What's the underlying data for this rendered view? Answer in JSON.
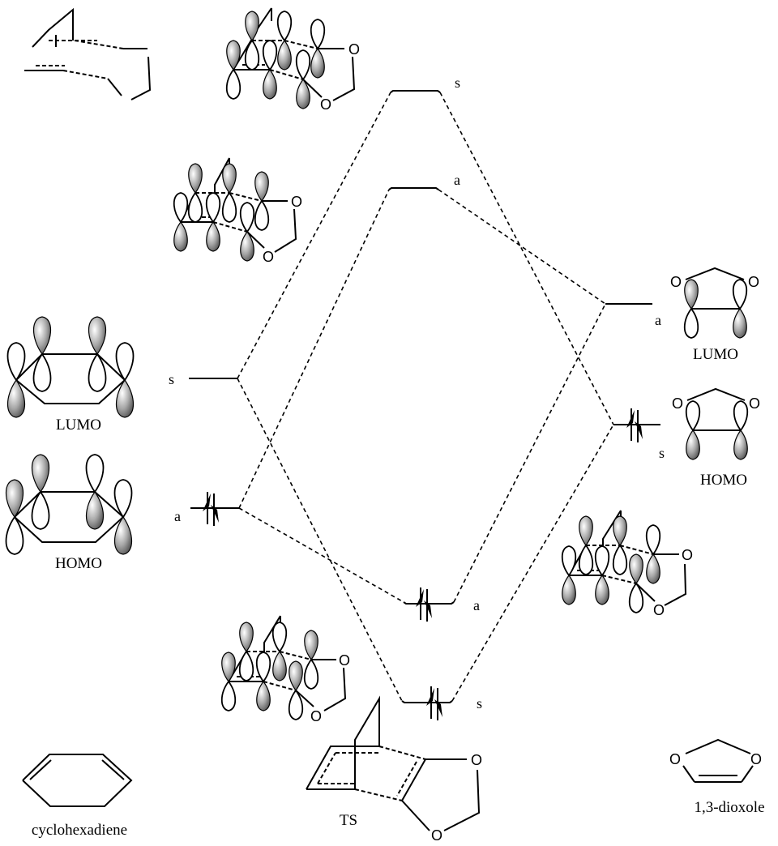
{
  "figure": {
    "title": "Frontier orbital correlation diagram: cyclohexadiene + 1,3-dioxole",
    "colors": {
      "line": "#000000",
      "lobe_shade_light": "#ffffff",
      "lobe_shade_dark": "#6a6a6a"
    }
  },
  "left_fragment": {
    "name": "cyclohexadiene",
    "lumo": {
      "label": "LUMO",
      "symmetry": "s",
      "occupied": false
    },
    "homo": {
      "label": "HOMO",
      "symmetry": "a",
      "occupied": true
    }
  },
  "right_fragment": {
    "name": "1,3-dioxole",
    "lumo": {
      "label": "LUMO",
      "symmetry": "a",
      "occupied": false
    },
    "homo": {
      "label": "HOMO",
      "symmetry": "s",
      "occupied": true
    },
    "atom_label": "O"
  },
  "ts": {
    "label": "TS",
    "levels": [
      {
        "symmetry": "s",
        "occupied": false,
        "rank": "highest"
      },
      {
        "symmetry": "a",
        "occupied": false,
        "rank": "second"
      },
      {
        "symmetry": "a",
        "occupied": true,
        "rank": "third"
      },
      {
        "symmetry": "s",
        "occupied": true,
        "rank": "lowest"
      }
    ]
  },
  "icons": {
    "electron_pair": "paired-spin-arrows-icon"
  }
}
